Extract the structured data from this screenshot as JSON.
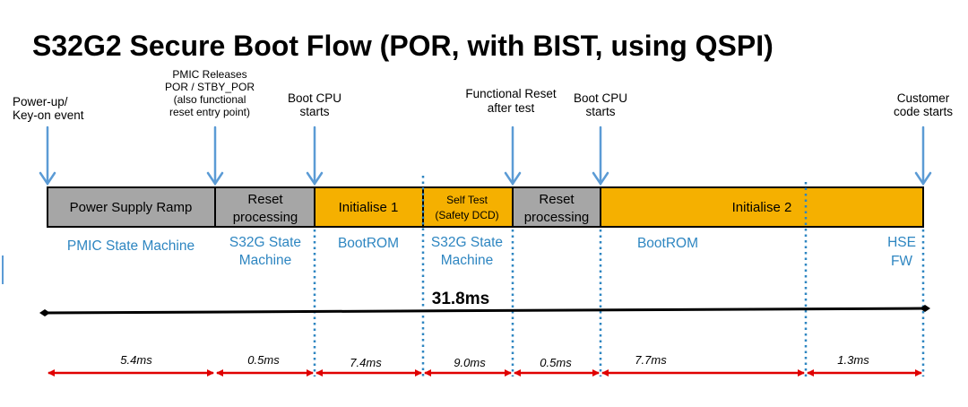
{
  "title": "S32G2 Secure Boot Flow (POR, with BIST, using QSPI)",
  "colors": {
    "gray_box": "#a6a6a6",
    "orange_box": "#f5b000",
    "blue_text": "#2e86c1",
    "arrow_blue": "#5b9bd5",
    "red_arrow": "#e00000"
  },
  "events": [
    {
      "lines": [
        "Power-up/",
        "Key-on event"
      ]
    },
    {
      "lines": [
        "PMIC Releases",
        "POR / STBY_POR",
        "(also functional",
        "reset entry point)"
      ]
    },
    {
      "lines": [
        "Boot CPU",
        "starts"
      ]
    },
    {
      "lines": [
        "Functional Reset",
        "after test"
      ]
    },
    {
      "lines": [
        "Boot CPU",
        "starts"
      ]
    },
    {
      "lines": [
        "Customer",
        "code starts"
      ]
    }
  ],
  "segments": [
    {
      "lines": [
        "Power Supply Ramp"
      ],
      "color": "gray"
    },
    {
      "lines": [
        "Reset",
        "processing"
      ],
      "color": "gray"
    },
    {
      "lines": [
        "Initialise 1"
      ],
      "color": "orange"
    },
    {
      "lines": [
        "Self Test",
        "(Safety DCD)"
      ],
      "color": "orange"
    },
    {
      "lines": [
        "Reset",
        "processing"
      ],
      "color": "gray"
    },
    {
      "lines": [
        "Initialise 2"
      ],
      "color": "orange"
    }
  ],
  "owners": [
    {
      "lines": [
        "PMIC State Machine"
      ]
    },
    {
      "lines": [
        "S32G State",
        "Machine"
      ]
    },
    {
      "lines": [
        "BootROM"
      ]
    },
    {
      "lines": [
        "S32G State",
        "Machine"
      ]
    },
    {
      "lines": [
        "BootROM"
      ]
    },
    {
      "lines": [
        "HSE",
        "FW"
      ]
    }
  ],
  "total_time": "31.8ms",
  "durations": [
    "5.4ms",
    "0.5ms",
    "7.4ms",
    "9.0ms",
    "0.5ms",
    "7.7ms",
    "1.3ms"
  ]
}
